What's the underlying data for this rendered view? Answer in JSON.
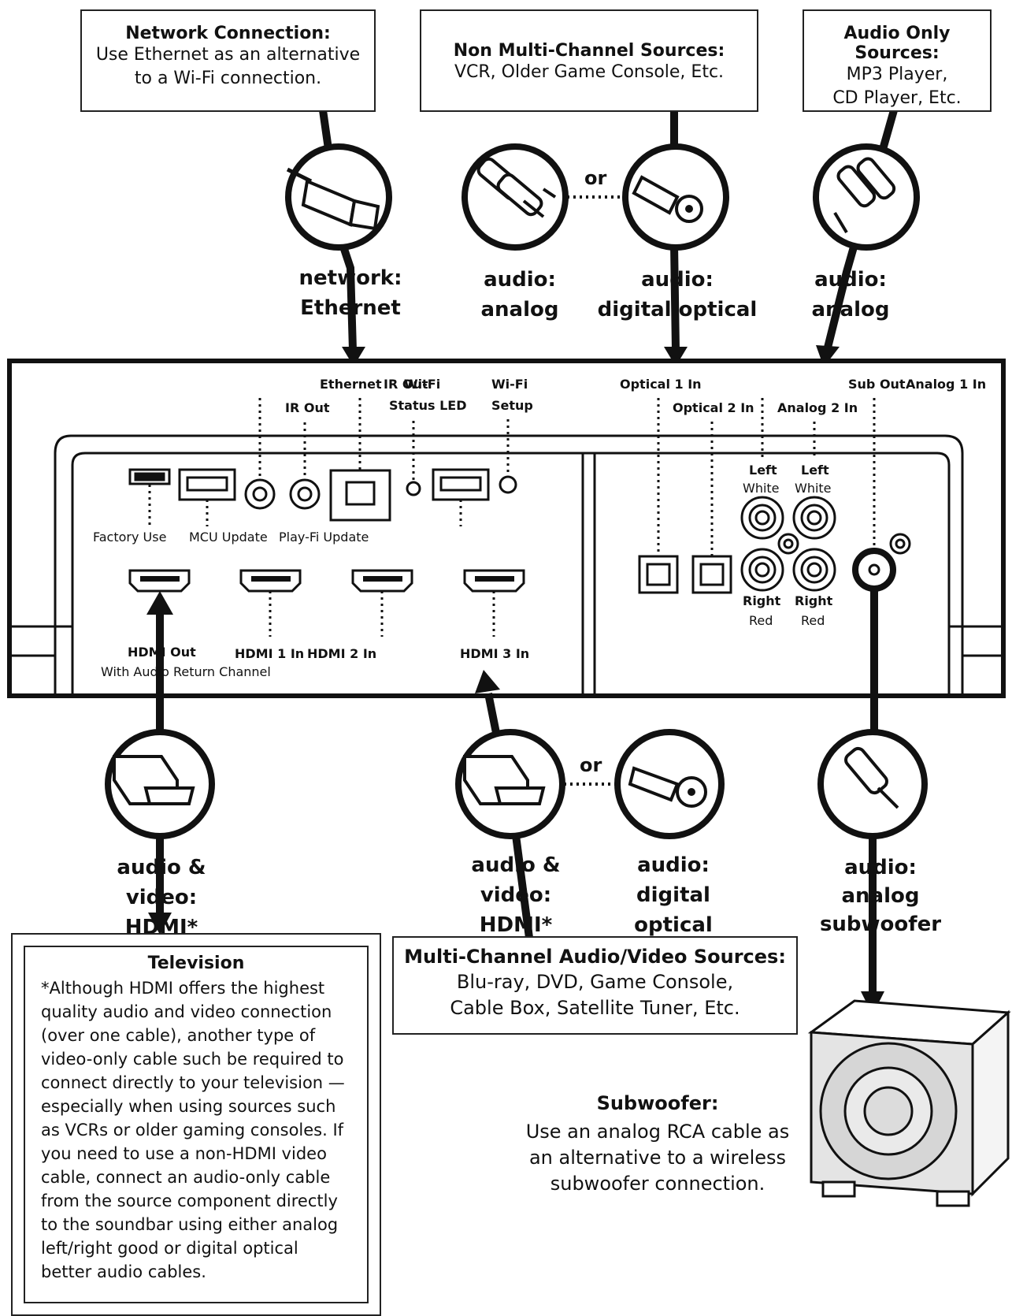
{
  "top_boxes": {
    "network": {
      "title": "Network Connection:",
      "desc_lines": [
        "Use Ethernet as an alternative",
        "to a Wi-Fi connection."
      ]
    },
    "non_multi": {
      "title": "Non Multi-Channel Sources:",
      "desc_lines": [
        "VCR, Older Game Console, Etc."
      ]
    },
    "audio_only": {
      "title": "Audio Only Sources:",
      "desc_lines": [
        "MP3 Player,",
        "CD Player, Etc."
      ]
    }
  },
  "top_captions": {
    "network": [
      "network:",
      "Ethernet"
    ],
    "analog_left": [
      "audio:",
      "analog"
    ],
    "optical": [
      "audio:",
      "digital optical"
    ],
    "analog_right": [
      "audio:",
      "analog"
    ]
  },
  "or_label": "or",
  "panel": {
    "ethernet": "Ethernet",
    "ir_out_wifi": "IR Out",
    "wifi_status_top": "Wi-Fi",
    "ir_out": "IR Out",
    "status_led": "Status LED",
    "wifi_setup_top": "Wi-Fi",
    "wifi_setup_bottom": "Setup",
    "optical1": "Optical 1 In",
    "optical2": "Optical 2 In",
    "analog2": "Analog 2 In",
    "sub_out": "Sub Out",
    "analog1": "Analog 1 In",
    "factory_use": "Factory Use",
    "mcu_update": "MCU Update",
    "playfi_update": "Play-Fi Update",
    "left": "Left",
    "white": "White",
    "right": "Right",
    "red": "Red",
    "hdmi_out": "HDMI Out",
    "arc": "With Audio Return Channel",
    "hdmi1": "HDMI 1 In",
    "hdmi2": "HDMI 2 In",
    "hdmi3": "HDMI 3 In"
  },
  "bottom_captions": {
    "hdmi_left": [
      "audio & video:",
      "HDMI*"
    ],
    "hdmi_mid": [
      "audio & video:",
      "HDMI*"
    ],
    "optical": [
      "audio:",
      "digital optical"
    ],
    "subwoofer": [
      "audio:",
      "analog",
      "subwoofer"
    ]
  },
  "television": {
    "title": "Television",
    "text": "*Although HDMI offers the highest quality audio and video connection (over one cable), another type of video-only cable such be required to connect directly to your television — especially when using sources such as VCRs or older gaming consoles. If you need to use a non-HDMI video cable, connect an audio-only cable from the source component directly to the soundbar using either analog left/right good or digital optical better audio cables."
  },
  "multi_channel": {
    "title": "Multi-Channel Audio/Video Sources:",
    "desc_lines": [
      "Blu-ray, DVD, Game Console,",
      "Cable Box, Satellite Tuner, Etc."
    ]
  },
  "subwoofer": {
    "title": "Subwoofer:",
    "desc_lines": [
      "Use an analog RCA cable as",
      "an alternative to a wireless",
      "subwoofer connection."
    ]
  }
}
